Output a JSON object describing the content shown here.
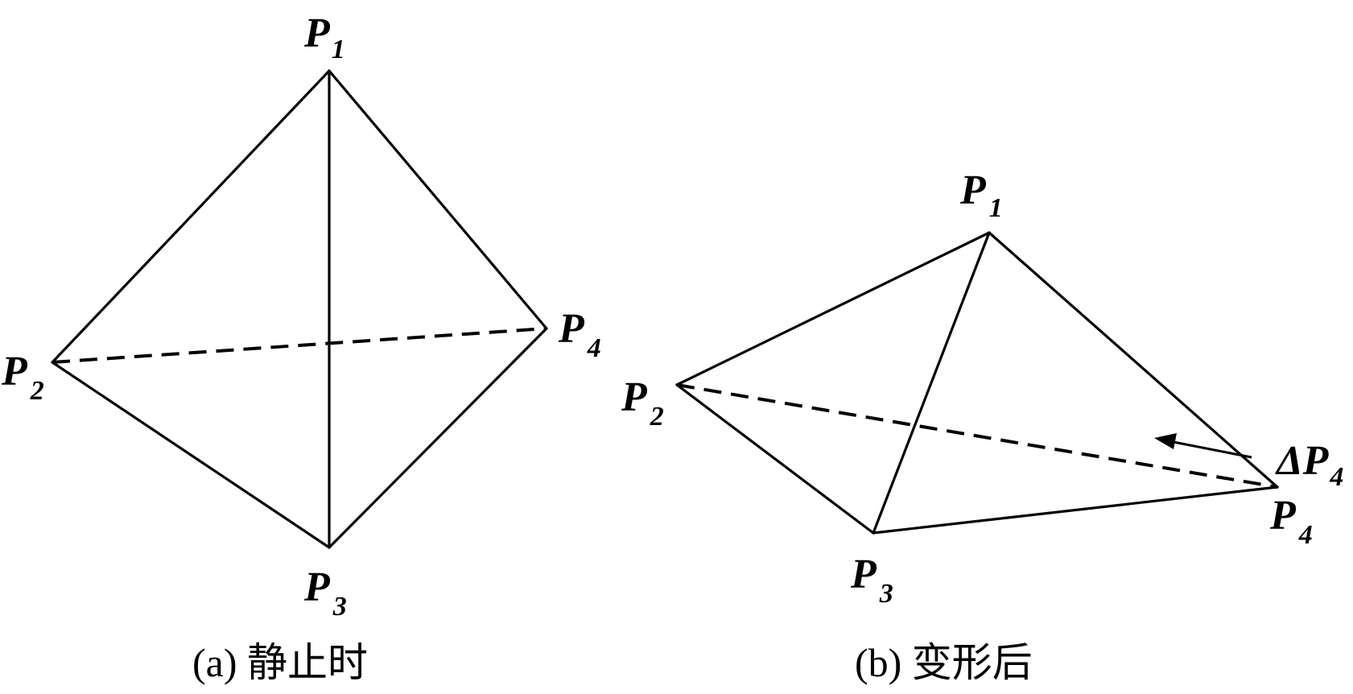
{
  "panels": [
    {
      "id": "a",
      "caption": "(a) 静止时",
      "vertices": {
        "P1": {
          "letter": "P",
          "sub": "1"
        },
        "P2": {
          "letter": "P",
          "sub": "2"
        },
        "P3": {
          "letter": "P",
          "sub": "3"
        },
        "P4": {
          "letter": "P",
          "sub": "4"
        }
      }
    },
    {
      "id": "b",
      "caption": "(b) 变形后",
      "vertices": {
        "P1": {
          "letter": "P",
          "sub": "1"
        },
        "P2": {
          "letter": "P",
          "sub": "2"
        },
        "P3": {
          "letter": "P",
          "sub": "3"
        },
        "P4": {
          "letter": "P",
          "sub": "4"
        }
      },
      "displacement": {
        "symbol": "Δ",
        "letter": "P",
        "sub": "4"
      }
    }
  ]
}
